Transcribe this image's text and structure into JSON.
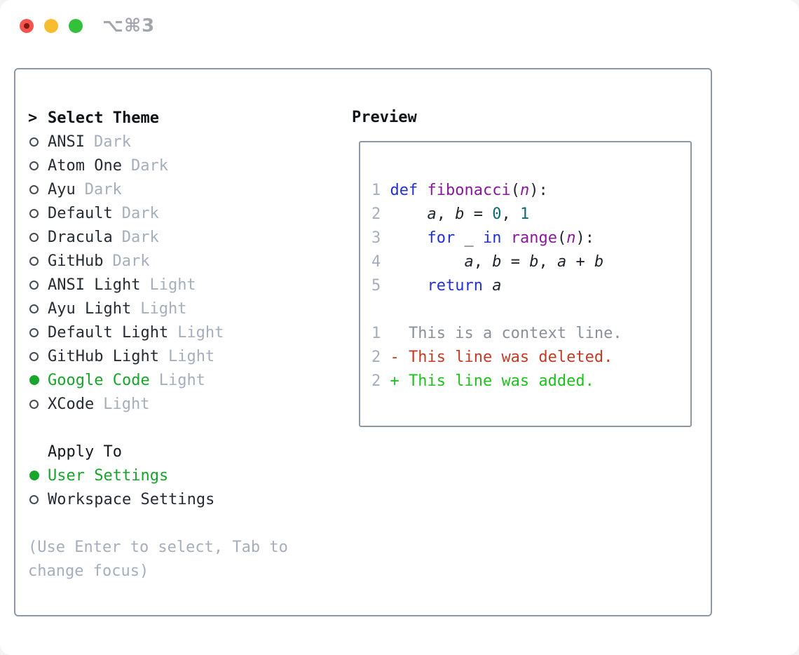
{
  "window": {
    "shortcut": "⌥⌘3"
  },
  "colors": {
    "accent_green": "#17a52b",
    "text_dark": "#262b33",
    "muted_gray": "#a6aebb",
    "panel_border": "#8e97a6",
    "keyword": "#2233cc",
    "function": "#8a189c",
    "number": "#0e6b72",
    "plain": "#1f242b",
    "context": "#8a909a",
    "deleted": "#c43b24",
    "added": "#1fc11f",
    "traffic_red": "#f4534e",
    "traffic_yellow": "#f7bd2f",
    "traffic_green": "#33c13a"
  },
  "theme_picker": {
    "header_prefix": ">",
    "header": "Select Theme",
    "themes": [
      {
        "label": "ANSI",
        "variant": "Dark",
        "selected": false
      },
      {
        "label": "Atom One",
        "variant": "Dark",
        "selected": false
      },
      {
        "label": "Ayu",
        "variant": "Dark",
        "selected": false
      },
      {
        "label": "Default",
        "variant": "Dark",
        "selected": false
      },
      {
        "label": "Dracula",
        "variant": "Dark",
        "selected": false
      },
      {
        "label": "GitHub",
        "variant": "Dark",
        "selected": false
      },
      {
        "label": "ANSI Light",
        "variant": "Light",
        "selected": false
      },
      {
        "label": "Ayu Light",
        "variant": "Light",
        "selected": false
      },
      {
        "label": "Default Light",
        "variant": "Light",
        "selected": false
      },
      {
        "label": "GitHub Light",
        "variant": "Light",
        "selected": false
      },
      {
        "label": "Google Code",
        "variant": "Light",
        "selected": true
      },
      {
        "label": "XCode",
        "variant": "Light",
        "selected": false
      }
    ],
    "apply_to": {
      "header": "Apply To",
      "options": [
        {
          "label": "User Settings",
          "selected": true
        },
        {
          "label": "Workspace Settings",
          "selected": false
        }
      ]
    },
    "hint_lines": [
      "(Use Enter to select, Tab to",
      "change focus)"
    ]
  },
  "preview": {
    "title": "Preview",
    "code_lines": [
      {
        "num": "1",
        "segments": [
          {
            "t": "def ",
            "s": "keyword"
          },
          {
            "t": "fibonacci",
            "s": "function"
          },
          {
            "t": "(",
            "s": "plain"
          },
          {
            "t": "n",
            "s": "param"
          },
          {
            "t": "):",
            "s": "plain"
          }
        ]
      },
      {
        "num": "2",
        "segments": [
          {
            "t": "    ",
            "s": "plain"
          },
          {
            "t": "a",
            "s": "var"
          },
          {
            "t": ", ",
            "s": "plain"
          },
          {
            "t": "b",
            "s": "var"
          },
          {
            "t": " = ",
            "s": "plain"
          },
          {
            "t": "0",
            "s": "number"
          },
          {
            "t": ", ",
            "s": "plain"
          },
          {
            "t": "1",
            "s": "number"
          }
        ]
      },
      {
        "num": "3",
        "segments": [
          {
            "t": "    ",
            "s": "plain"
          },
          {
            "t": "for",
            "s": "keyword"
          },
          {
            "t": " _ ",
            "s": "plain"
          },
          {
            "t": "in",
            "s": "keyword"
          },
          {
            "t": " ",
            "s": "plain"
          },
          {
            "t": "range",
            "s": "function"
          },
          {
            "t": "(",
            "s": "plain"
          },
          {
            "t": "n",
            "s": "param"
          },
          {
            "t": "):",
            "s": "plain"
          }
        ]
      },
      {
        "num": "4",
        "segments": [
          {
            "t": "        ",
            "s": "plain"
          },
          {
            "t": "a",
            "s": "var"
          },
          {
            "t": ", ",
            "s": "plain"
          },
          {
            "t": "b",
            "s": "var"
          },
          {
            "t": " = ",
            "s": "plain"
          },
          {
            "t": "b",
            "s": "var"
          },
          {
            "t": ", ",
            "s": "plain"
          },
          {
            "t": "a",
            "s": "var"
          },
          {
            "t": " + ",
            "s": "plain"
          },
          {
            "t": "b",
            "s": "var"
          }
        ]
      },
      {
        "num": "5",
        "segments": [
          {
            "t": "    ",
            "s": "plain"
          },
          {
            "t": "return",
            "s": "keyword"
          },
          {
            "t": " ",
            "s": "plain"
          },
          {
            "t": "a",
            "s": "var"
          }
        ]
      },
      {
        "num": "",
        "segments": []
      },
      {
        "num": "1",
        "segments": [
          {
            "t": "  This is a context line.",
            "s": "context"
          }
        ]
      },
      {
        "num": "2",
        "segments": [
          {
            "t": "- This line was deleted.",
            "s": "deleted"
          }
        ]
      },
      {
        "num": "2",
        "segments": [
          {
            "t": "+ This line was added.",
            "s": "added"
          }
        ]
      }
    ]
  }
}
